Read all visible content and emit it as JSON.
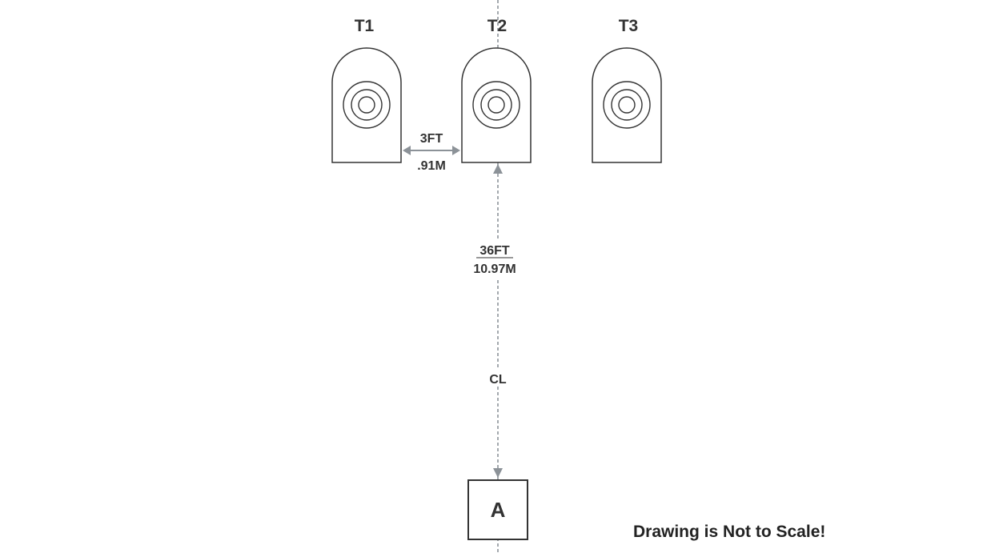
{
  "targets": [
    {
      "label": "T1"
    },
    {
      "label": "T2"
    },
    {
      "label": "T3"
    }
  ],
  "spacing": {
    "feet": "3FT",
    "meters": ".91M"
  },
  "range": {
    "feet": "36FT",
    "meters": "10.97M"
  },
  "centerline_label": "CL",
  "station_label": "A",
  "note": "Drawing is Not to Scale!",
  "colors": {
    "outline": "#333333",
    "dimension_arrow": "#8c9298",
    "centerline": "#9aa0a6"
  }
}
